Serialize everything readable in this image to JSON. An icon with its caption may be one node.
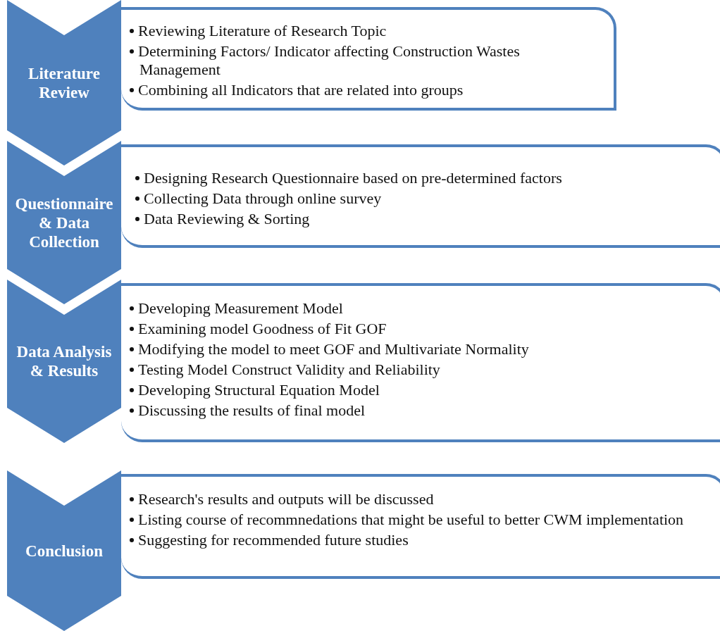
{
  "diagram": {
    "nodes": [
      {
        "text": [
          "Literature Review"
        ]
      },
      {
        "text": [
          "Reviewing Literature of Research Topic",
          "Determining Factors/ Indicator affecting Construction Wastes Management",
          "Combining all Indicators that are related into groups"
        ]
      },
      {
        "text": [
          "Questionnaire & Data Collection"
        ]
      },
      {
        "text": [
          "Designing Research Questionnaire based on pre-determined factors",
          "Collecting Data through online survey",
          "Data Reviewing & Sorting"
        ]
      },
      {
        "text": [
          "Data Analysis & Results"
        ]
      },
      {
        "text": [
          "Developing Measurement Model",
          "Examining model Goodness of Fit GOF",
          "Modifying the model to meet GOF and Multivariate Normality",
          "Testing Model Construct Validity and Reliability",
          "Developing Structural Equation Model",
          "Discussing the results of final model"
        ]
      },
      {
        "text": [
          "Conclusion"
        ]
      },
      {
        "text": [
          "Research's results and outputs will be discussed",
          "Listing course of recommnedations that might be useful to better CWM implementation",
          "Suggesting for recommended future studies"
        ]
      }
    ]
  }
}
